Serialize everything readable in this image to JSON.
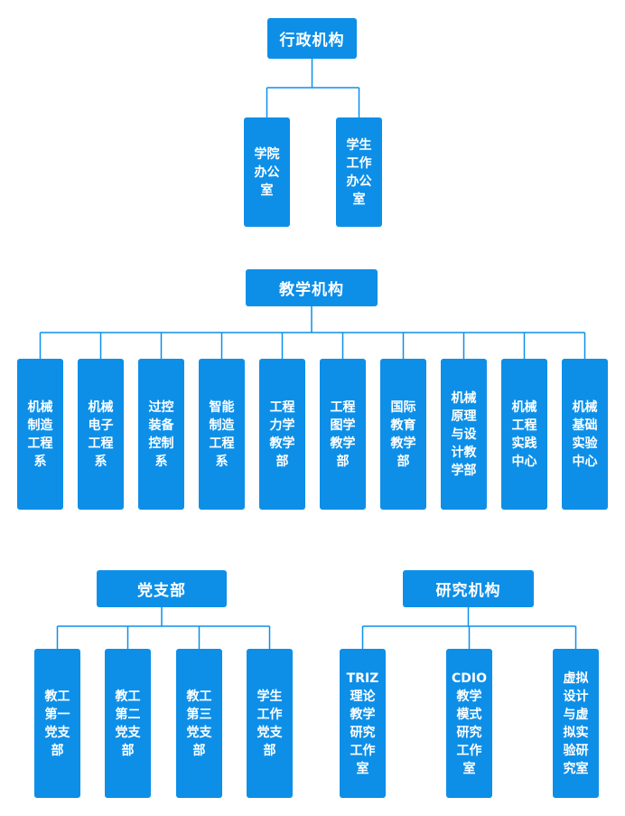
{
  "line_color": "#0d8fe8",
  "box_color": "#0d8fe8",
  "admin": {
    "title": "行政机构",
    "children": [
      "学院\n办公\n室",
      "学生\n工作\n办公\n室"
    ]
  },
  "teaching": {
    "title": "教学机构",
    "children": [
      "机械\n制造\n工程\n系",
      "机械\n电子\n工程\n系",
      "过控\n装备\n控制\n系",
      "智能\n制造\n工程\n系",
      "工程\n力学\n教学\n部",
      "工程\n图学\n教学\n部",
      "国际\n教育\n教学\n部",
      "机械\n原理\n与设\n计教\n学部",
      "机械\n工程\n实践\n中心",
      "机械\n基础\n实验\n中心"
    ]
  },
  "party": {
    "title": "党支部",
    "children": [
      "教工\n第一\n党支\n部",
      "教工\n第二\n党支\n部",
      "教工\n第三\n党支\n部",
      "学生\n工作\n党支\n部"
    ]
  },
  "research": {
    "title": "研究机构",
    "children": [
      "TRIZ\n理论\n教学\n研究\n工作\n室",
      "CDIO\n教学\n模式\n研究\n工作\n室",
      "虚拟\n设计\n与虚\n拟实\n验研\n究室"
    ]
  }
}
